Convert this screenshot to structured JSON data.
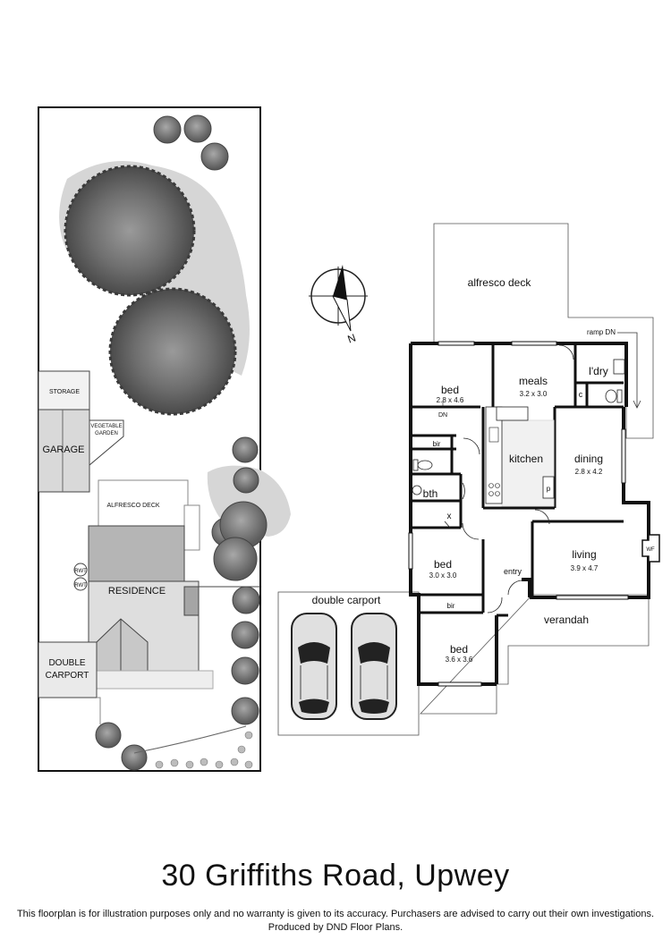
{
  "title": "30 Griffiths Road, Upwey",
  "disclaimer": {
    "line1": "This floorplan is for illustration purposes only and no warranty is given to its accuracy. Purchasers are advised to carry out their own investigations.",
    "line2": "Produced by DND Floor Plans."
  },
  "compass": {
    "label": "N"
  },
  "site_plan": {
    "storage": "STORAGE",
    "garage": "GARAGE",
    "vegetable_garden": [
      "VEGETABLE",
      "GARDEN"
    ],
    "alfresco_deck": "ALFRESCO DECK",
    "residence": "RESIDENCE",
    "rwt": "RWT",
    "double_carport": [
      "DOUBLE",
      "CARPORT"
    ]
  },
  "floor_plan": {
    "alfresco_deck": "alfresco deck",
    "ramp": "ramp DN",
    "bed1": {
      "name": "bed",
      "size": "2.8 x 4.6",
      "note": "DN"
    },
    "meals": {
      "name": "meals",
      "size": "3.2 x 3.0"
    },
    "laundry": "l'dry",
    "wc": "c",
    "bir1": "bir",
    "kitchen": "kitchen",
    "dining": {
      "name": "dining",
      "size": "2.8 x 4.2"
    },
    "pantry": "p",
    "bath": "bth",
    "linen": "x",
    "bed2": {
      "name": "bed",
      "size": "3.0 x 3.0"
    },
    "living": {
      "name": "living",
      "size": "3.9 x 4.7"
    },
    "wood_fire": "WF",
    "entry": "entry",
    "bir2": "bir",
    "verandah": "verandah",
    "bed3": {
      "name": "bed",
      "size": "3.6 x 3.6"
    },
    "double_carport": "double carport"
  }
}
